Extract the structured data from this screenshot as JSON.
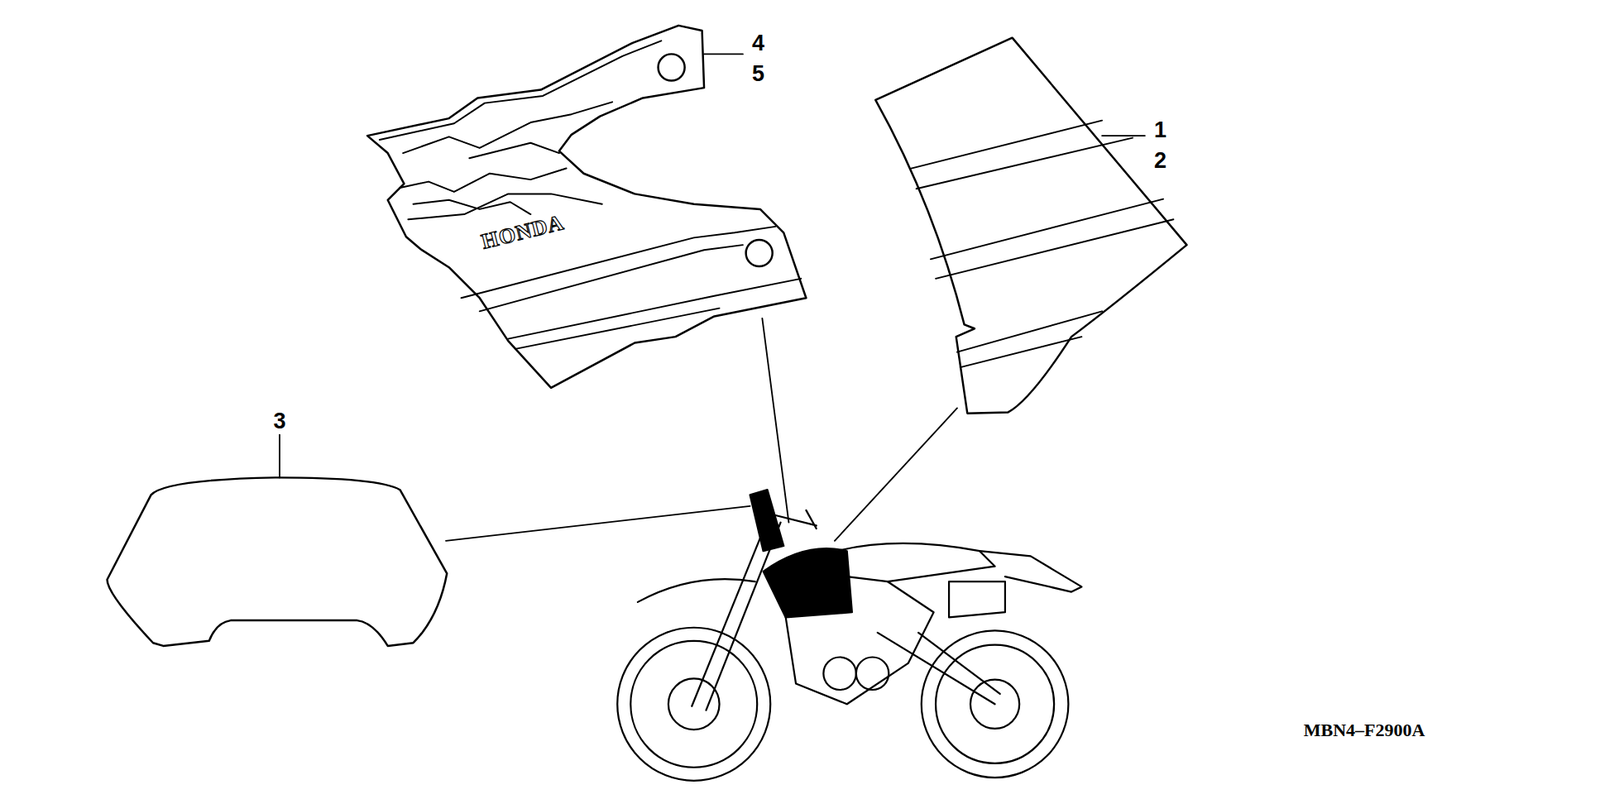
{
  "diagram": {
    "labels": [
      "4",
      "5",
      "1",
      "2",
      "3",
      "HONDA",
      "MBN4–F2900A"
    ]
  }
}
